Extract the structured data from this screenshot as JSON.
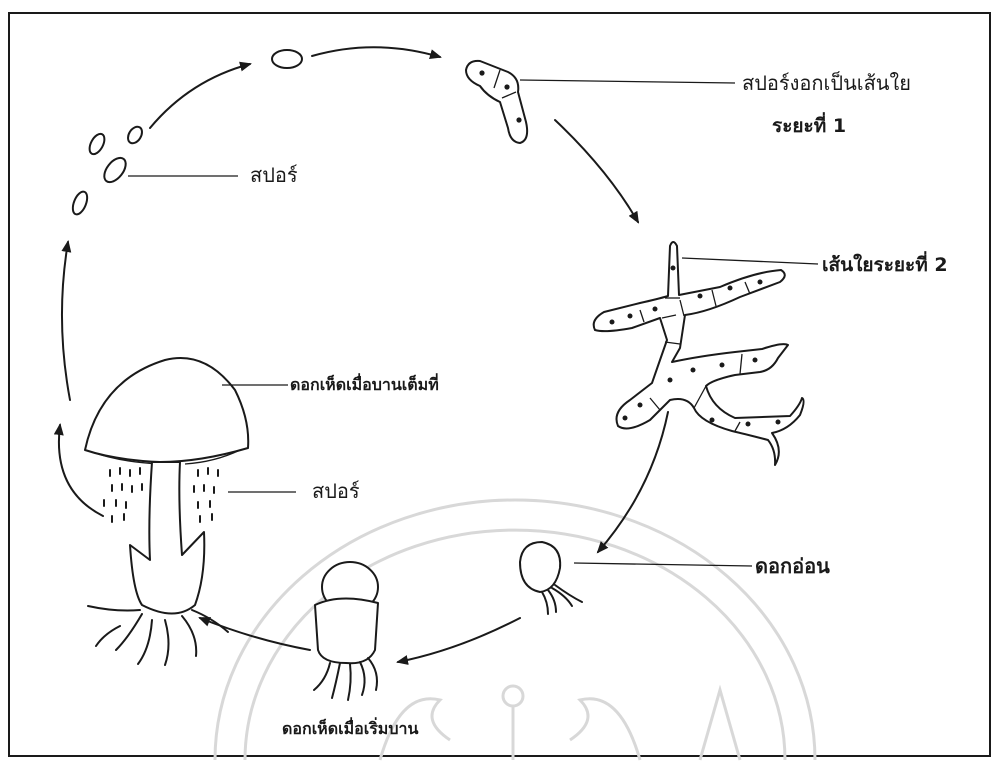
{
  "labels": {
    "spore_germ": "สปอร์งอกเป็นเส้นใย",
    "hypha_stage1": "ระยะที่ 1",
    "hypha_stage2": "เส้นใยระยะที่ 2",
    "spore_top": "สปอร์",
    "mature_mushroom": "ดอกเห็ดเมื่อบานเต็มที่",
    "spore_bottom": "สปอร์",
    "young_mushroom": "ดอกอ่อน",
    "opening_mushroom": "ดอกเห็ดเมื่อเริ่มบาน"
  },
  "colors": {
    "ink": "#1a1a1a",
    "watermark": "#d8d8d8",
    "background": "#ffffff"
  }
}
